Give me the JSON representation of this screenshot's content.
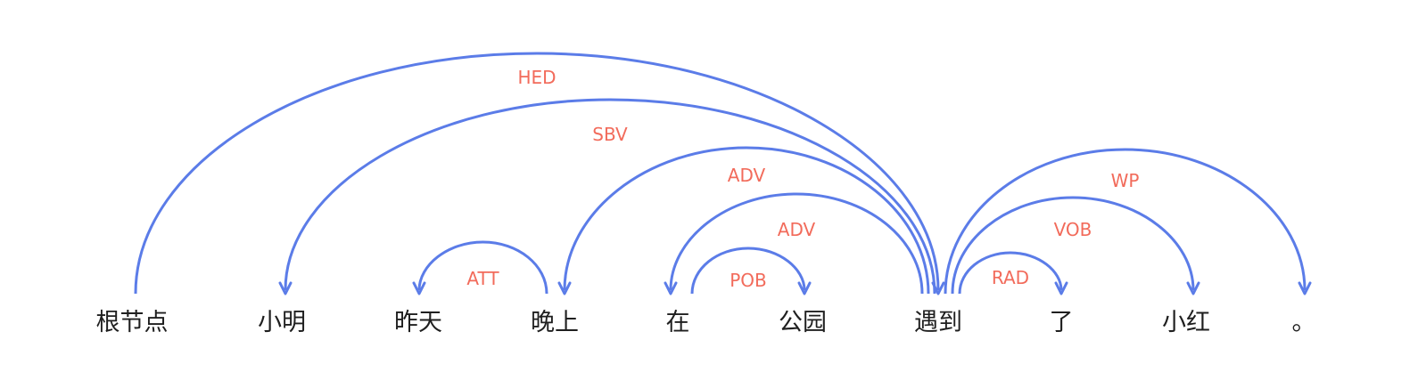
{
  "diagram": {
    "type": "dependency-parse",
    "colors": {
      "arc": "#5b7ce8",
      "label": "#f26b5b",
      "text": "#1f1f1f"
    },
    "words": [
      "根节点",
      "小明",
      "昨天",
      "晚上",
      "在",
      "公园",
      "遇到",
      "了",
      "小红",
      "。"
    ],
    "arcs": [
      {
        "from": 0,
        "to": 6,
        "label": "HED"
      },
      {
        "from": 6,
        "to": 1,
        "label": "SBV"
      },
      {
        "from": 6,
        "to": 3,
        "label": "ADV"
      },
      {
        "from": 6,
        "to": 4,
        "label": "ADV"
      },
      {
        "from": 3,
        "to": 2,
        "label": "ATT"
      },
      {
        "from": 4,
        "to": 5,
        "label": "POB"
      },
      {
        "from": 6,
        "to": 7,
        "label": "RAD"
      },
      {
        "from": 6,
        "to": 8,
        "label": "VOB"
      },
      {
        "from": 6,
        "to": 9,
        "label": "WP"
      }
    ]
  }
}
